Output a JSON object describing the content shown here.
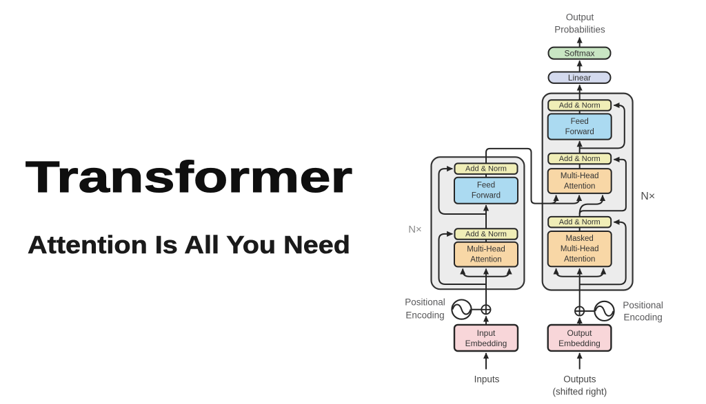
{
  "title": {
    "heading": "Transformer",
    "subheading": "Attention Is All You Need"
  },
  "diagram": {
    "output_probabilities_line1": "Output",
    "output_probabilities_line2": "Probabilities",
    "softmax_label": "Softmax",
    "linear_label": "Linear",
    "add_norm_label": "Add & Norm",
    "feed_forward_line1": "Feed",
    "feed_forward_line2": "Forward",
    "multi_head_attention_line1": "Multi-Head",
    "multi_head_attention_line2": "Attention",
    "masked_multi_head_attention_line1": "Masked",
    "masked_multi_head_attention_line2": "Multi-Head",
    "masked_multi_head_attention_line3": "Attention",
    "input_embedding_line1": "Input",
    "input_embedding_line2": "Embedding",
    "output_embedding_line1": "Output",
    "output_embedding_line2": "Embedding",
    "positional_encoding_line1": "Positional",
    "positional_encoding_line2": "Encoding",
    "n_times_left": "N×",
    "n_times_right": "N×",
    "inputs_label": "Inputs",
    "outputs_label_line1": "Outputs",
    "outputs_label_line2": "(shifted right)"
  },
  "colors": {
    "softmax": "#c8e6c3",
    "linear": "#d4daee",
    "add_norm": "#f0eeb7",
    "feed_forward": "#abdaf1",
    "attention": "#f8d7a6",
    "embedding": "#f8d6d9",
    "block_background": "#ececec",
    "stroke": "#262626",
    "block_stroke": "#333333"
  }
}
